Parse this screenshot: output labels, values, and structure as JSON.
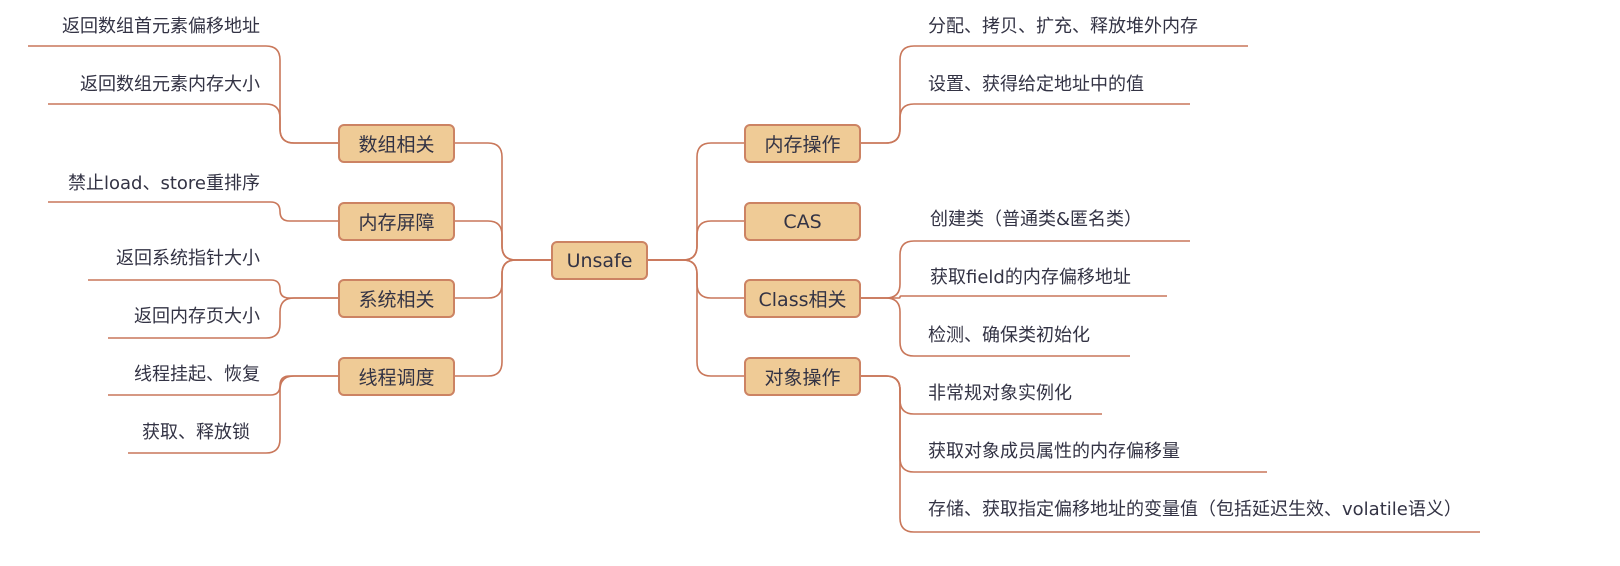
{
  "root": {
    "label": "Unsafe"
  },
  "colors": {
    "node_fill": "#efcb96",
    "node_border": "#cc8363",
    "line": "#c9775a",
    "text": "#333344"
  },
  "left_branches": [
    {
      "label": "数组相关",
      "children": [
        "返回数组首元素偏移地址",
        "返回数组元素内存大小"
      ]
    },
    {
      "label": "内存屏障",
      "children": [
        "禁止load、store重排序"
      ]
    },
    {
      "label": "系统相关",
      "children": [
        "返回系统指针大小",
        "返回内存页大小"
      ]
    },
    {
      "label": "线程调度",
      "children": [
        "线程挂起、恢复",
        "获取、释放锁"
      ]
    }
  ],
  "right_branches": [
    {
      "label": "内存操作",
      "children": [
        "分配、拷贝、扩充、释放堆外内存",
        "设置、获得给定地址中的值"
      ]
    },
    {
      "label": "CAS",
      "children": []
    },
    {
      "label": "Class相关",
      "children": [
        "创建类（普通类&匿名类）",
        "获取field的内存偏移地址",
        "检测、确保类初始化"
      ]
    },
    {
      "label": "对象操作",
      "children": [
        "非常规对象实例化",
        "获取对象成员属性的内存偏移量",
        "存储、获取指定偏移地址的变量值（包括延迟生效、volatile语义）"
      ]
    }
  ]
}
